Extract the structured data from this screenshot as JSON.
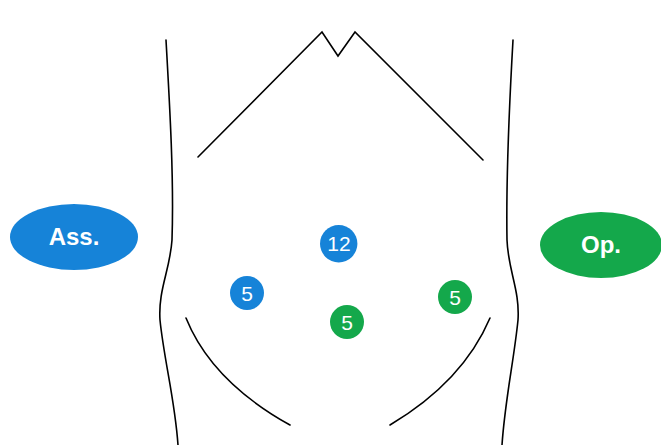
{
  "diagram": {
    "nodes": [
      {
        "text": [
          "Ass."
        ]
      },
      {
        "text": [
          "12"
        ]
      },
      {
        "text": [
          "Op."
        ]
      },
      {
        "text": [
          "5"
        ]
      },
      {
        "text": [
          "5"
        ]
      },
      {
        "text": [
          "5"
        ]
      }
    ]
  }
}
